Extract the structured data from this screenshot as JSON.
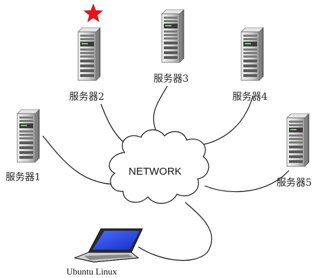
{
  "network": {
    "label": "NETWORK"
  },
  "servers": [
    {
      "id": "server1",
      "label": "服务器1",
      "icon": "server-tower-icon"
    },
    {
      "id": "server2",
      "label": "服务器2",
      "icon": "server-tower-icon",
      "marker": "star-icon",
      "marker_color": "#e8141b"
    },
    {
      "id": "server3",
      "label": "服务器3",
      "icon": "server-tower-icon"
    },
    {
      "id": "server4",
      "label": "服务器4",
      "icon": "server-tower-icon"
    },
    {
      "id": "server5",
      "label": "服务器5",
      "icon": "server-tower-icon"
    }
  ],
  "client": {
    "label": "Ubuntu Linux",
    "icon": "laptop-icon",
    "screen_color": "#1f3fe0"
  },
  "colors": {
    "line": "#111111",
    "server_body": "#d4d4d4",
    "server_dark": "#6e6e6e"
  }
}
